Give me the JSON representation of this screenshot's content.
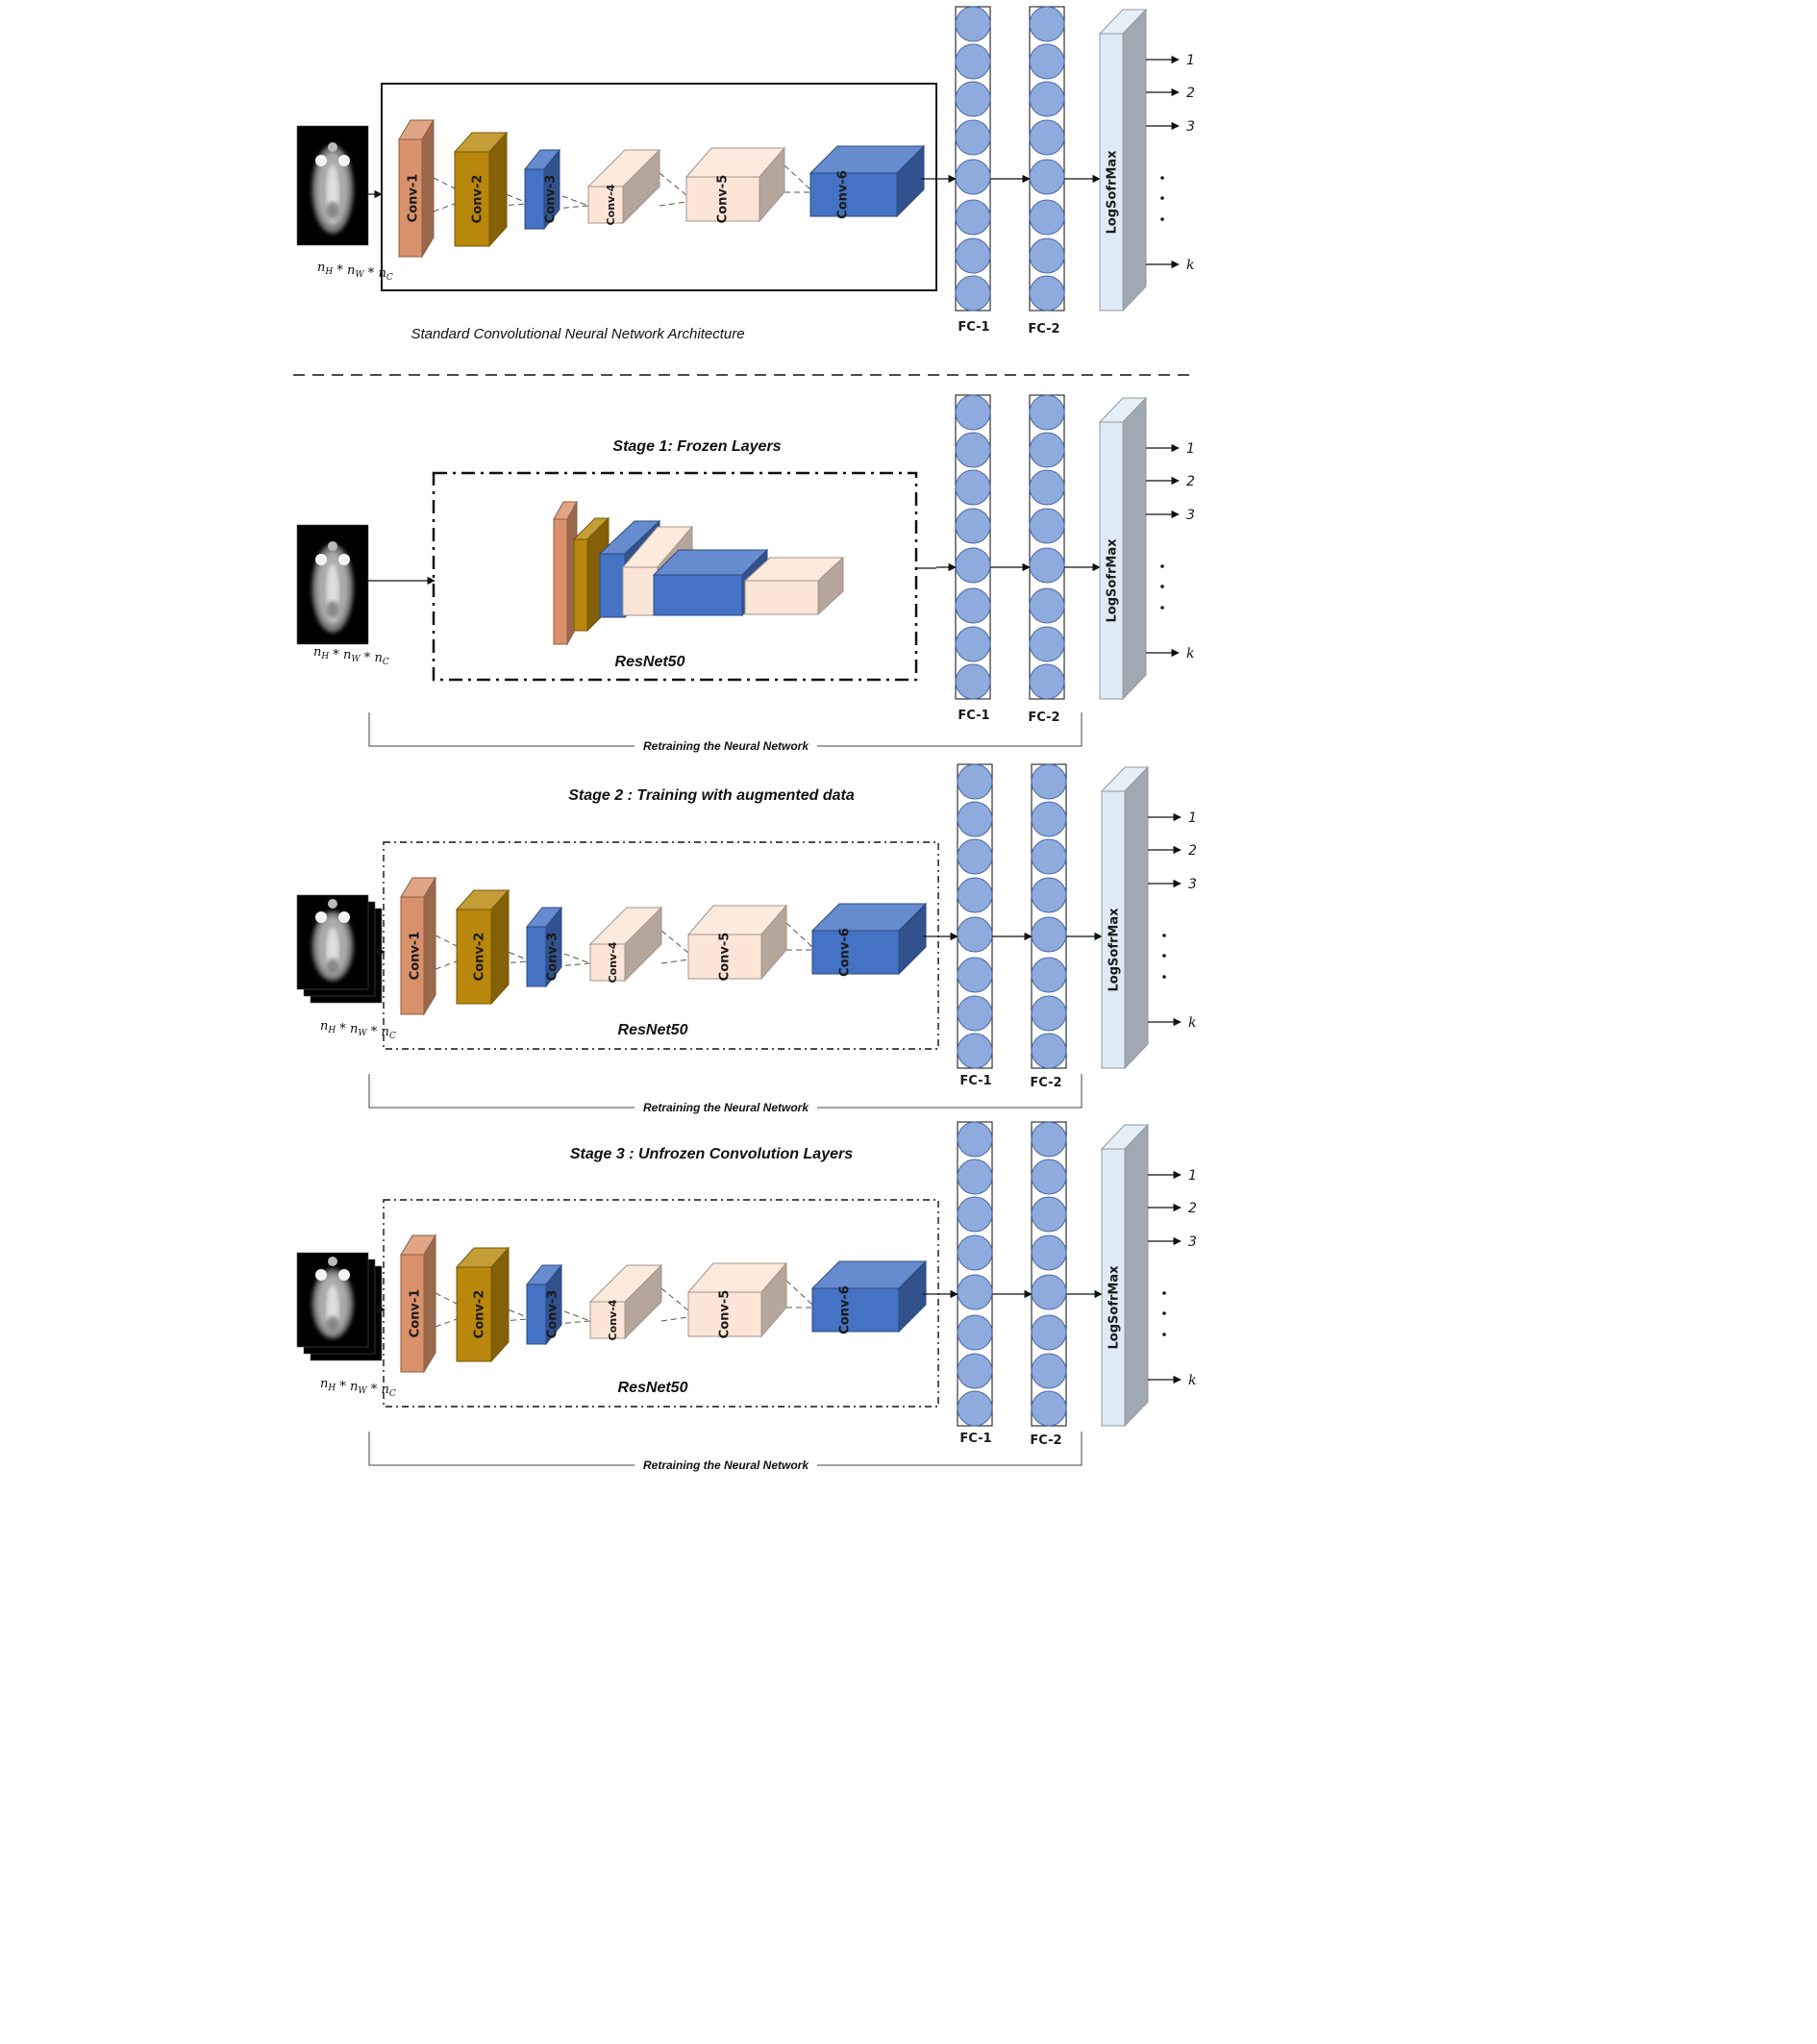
{
  "sections": [
    {
      "title": "",
      "caption": "Standard Convolutional Neural Network Architecture",
      "box_label": "",
      "bracket_label": "",
      "input_label": "n_H * n_W * n_C",
      "layers": [
        "Conv-1",
        "Conv-2",
        "Conv-3",
        "Conv-4",
        "Conv-5",
        "Conv-6"
      ]
    },
    {
      "title": "Stage 1: Frozen Layers",
      "caption": "",
      "box_label": "ResNet50",
      "bracket_label": "Retraining the Neural Network",
      "input_label": "n_H * n_W * n_C",
      "layers": []
    },
    {
      "title": "Stage 2 : Training with augmented data",
      "caption": "",
      "box_label": "ResNet50",
      "bracket_label": "Retraining the Neural Network",
      "input_label": "n_H * n_W * n_C",
      "layers": [
        "Conv-1",
        "Conv-2",
        "Conv-3",
        "Conv-4",
        "Conv-5",
        "Conv-6"
      ]
    },
    {
      "title": "Stage 3 : Unfrozen Convolution Layers",
      "caption": "",
      "box_label": "ResNet50",
      "bracket_label": "Retraining the Neural Network",
      "input_label": "n_H * n_W * n_C",
      "layers": [
        "Conv-1",
        "Conv-2",
        "Conv-3",
        "Conv-4",
        "Conv-5",
        "Conv-6"
      ]
    }
  ],
  "fc_labels": [
    "FC-1",
    "FC-2"
  ],
  "softmax_label": "LogSofrMax",
  "outputs": [
    "1",
    "2",
    "3",
    "k"
  ],
  "colors": {
    "conv1": "#d8916a",
    "conv2": "#b8870b",
    "conv3": "#4472c4",
    "conv4": "#fbe5d6",
    "conv5": "#fbe5d6",
    "conv6": "#4472c4",
    "neuron": "#8faadc",
    "softmax": "#deebf7"
  }
}
